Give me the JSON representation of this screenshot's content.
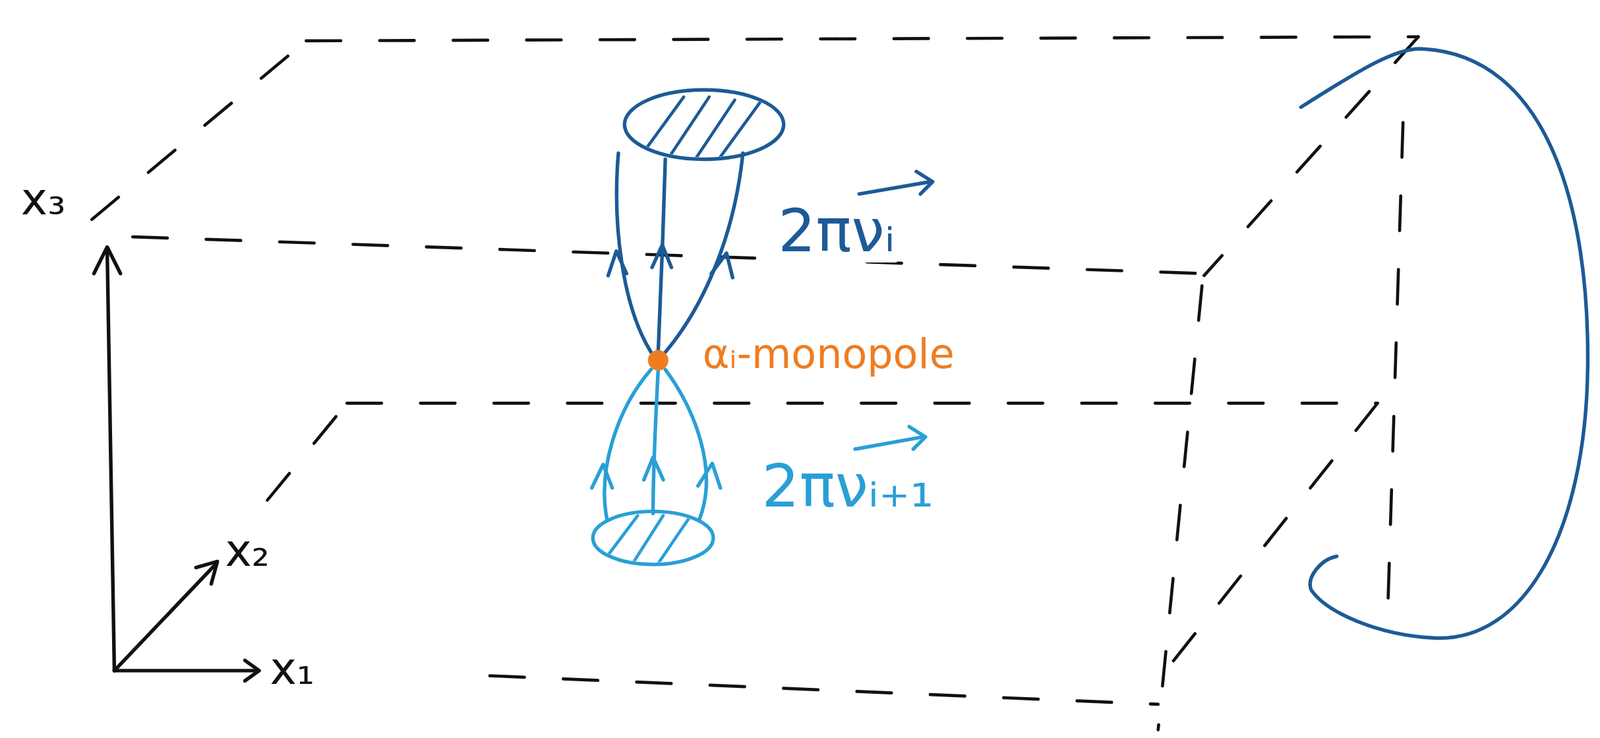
{
  "diagram": {
    "labels": [
      "x₃",
      "2πνᵢ",
      "αᵢ-monopole",
      "2πνᵢ₊₁",
      "x₂",
      "x₁"
    ]
  }
}
